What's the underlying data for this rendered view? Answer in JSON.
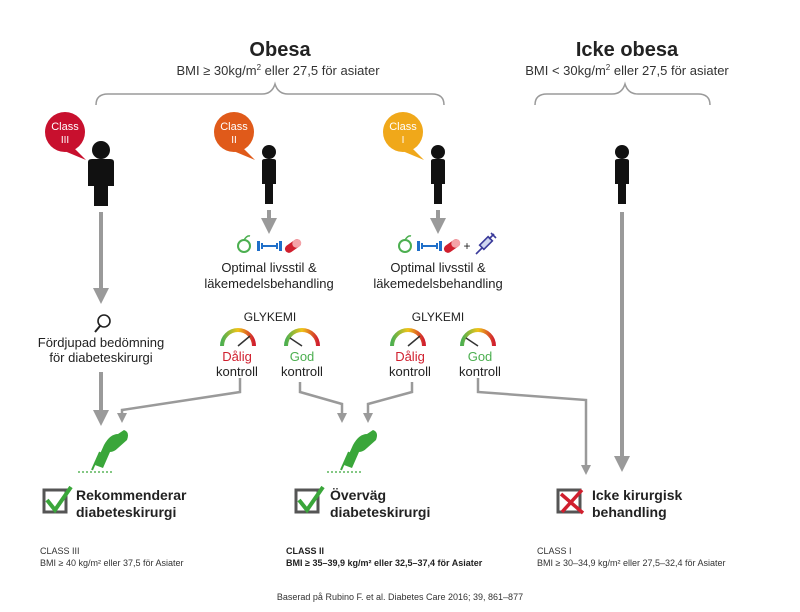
{
  "obese": {
    "title": "Obesa",
    "subtitle_pre": "BMI ≥ 30kg/m",
    "subtitle_sup": "2",
    "subtitle_post": " eller 27,5 för asiater"
  },
  "non_obese": {
    "title": "Icke obesa",
    "subtitle_pre": "BMI < 30kg/m",
    "subtitle_sup": "2",
    "subtitle_post": " eller 27,5 för asiater"
  },
  "badges": {
    "class3": {
      "word": "Class",
      "num": "III",
      "color": "#c8102e"
    },
    "class2": {
      "word": "Class",
      "num": "II",
      "color": "#e05a1a"
    },
    "class1": {
      "word": "Class",
      "num": "I",
      "color": "#f0a81a"
    }
  },
  "treatment": {
    "line1": "Optimal livsstil &",
    "line2": "läkemedelsbehandling",
    "plus": "+"
  },
  "evaluation": {
    "line1": "Fördjupad bedömning",
    "line2": "för diabeteskirurgi"
  },
  "glycemia": {
    "label": "GLYKEMI",
    "bad": "Dålig",
    "good": "God",
    "control": "kontroll",
    "bad_color": "#d01f2e",
    "good_color": "#4caf50"
  },
  "outcomes": {
    "recommend": {
      "line1": "Rekommenderar",
      "line2": "diabeteskirurgi"
    },
    "consider": {
      "line1": "Överväg",
      "line2": "diabeteskirurgi"
    },
    "non_surgical": {
      "line1": "Icke kirurgisk",
      "line2": "behandling"
    }
  },
  "footnotes": {
    "class3": {
      "title": "CLASS III",
      "text": "BMI ≥ 40 kg/m² eller 37,5 för Asiater"
    },
    "class2": {
      "title": "CLASS II",
      "text": "BMI ≥ 35–39,9 kg/m² eller 32,5–37,4 för Asiater"
    },
    "class1": {
      "title": "CLASS I",
      "text": "BMI ≥ 30–34,9 kg/m² eller 27,5–32,4 för Asiater"
    }
  },
  "source": "Baserad på Rubino F. et al. Diabetes Care 2016; 39, 861–877",
  "colors": {
    "arrow": "#9a9a9a",
    "figure": "#111111",
    "check_green": "#3aa63a",
    "cross_red": "#d01f2e",
    "hand_green": "#3aa63a"
  },
  "icons": {
    "apple": "apple-icon",
    "dumbbell": "dumbbell-icon",
    "pill": "pill-icon",
    "syringe": "syringe-icon",
    "magnifier": "magnifier-icon",
    "hand_pen": "hand-pen-icon",
    "checkbox": "checkbox-check-icon",
    "crossbox": "checkbox-cross-icon",
    "gauge": "gauge-icon"
  }
}
